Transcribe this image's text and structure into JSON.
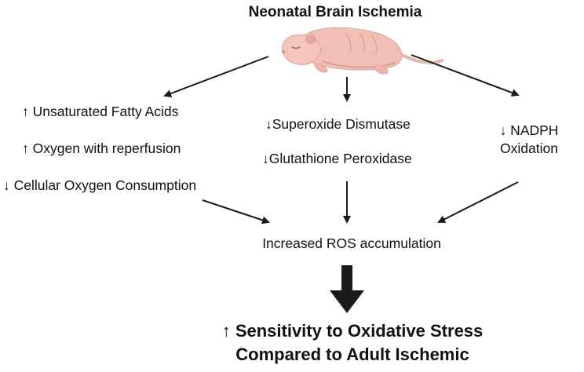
{
  "title": "Neonatal Brain Ischemia",
  "illustration": {
    "icon": "neonatal-rat-icon",
    "colors": {
      "body": "#f1bfb6",
      "shade": "#dc9d94",
      "outline": "#b97f77"
    }
  },
  "left_column": [
    "↑ Unsaturated Fatty Acids",
    "↑ Oxygen with reperfusion",
    "↓ Cellular Oxygen Consumption"
  ],
  "middle_column": [
    "↓Superoxide Dismutase",
    "↓Glutathione Peroxidase"
  ],
  "right_column": [
    "↓ NADPH",
    "Oxidation"
  ],
  "result": "Increased ROS accumulation",
  "conclusion": [
    "↑ Sensitivity to Oxidative Stress",
    "Compared to Adult Ischemic"
  ],
  "colors": {
    "arrow": "#1a1a1a",
    "text": "#111111",
    "background": "#ffffff"
  }
}
